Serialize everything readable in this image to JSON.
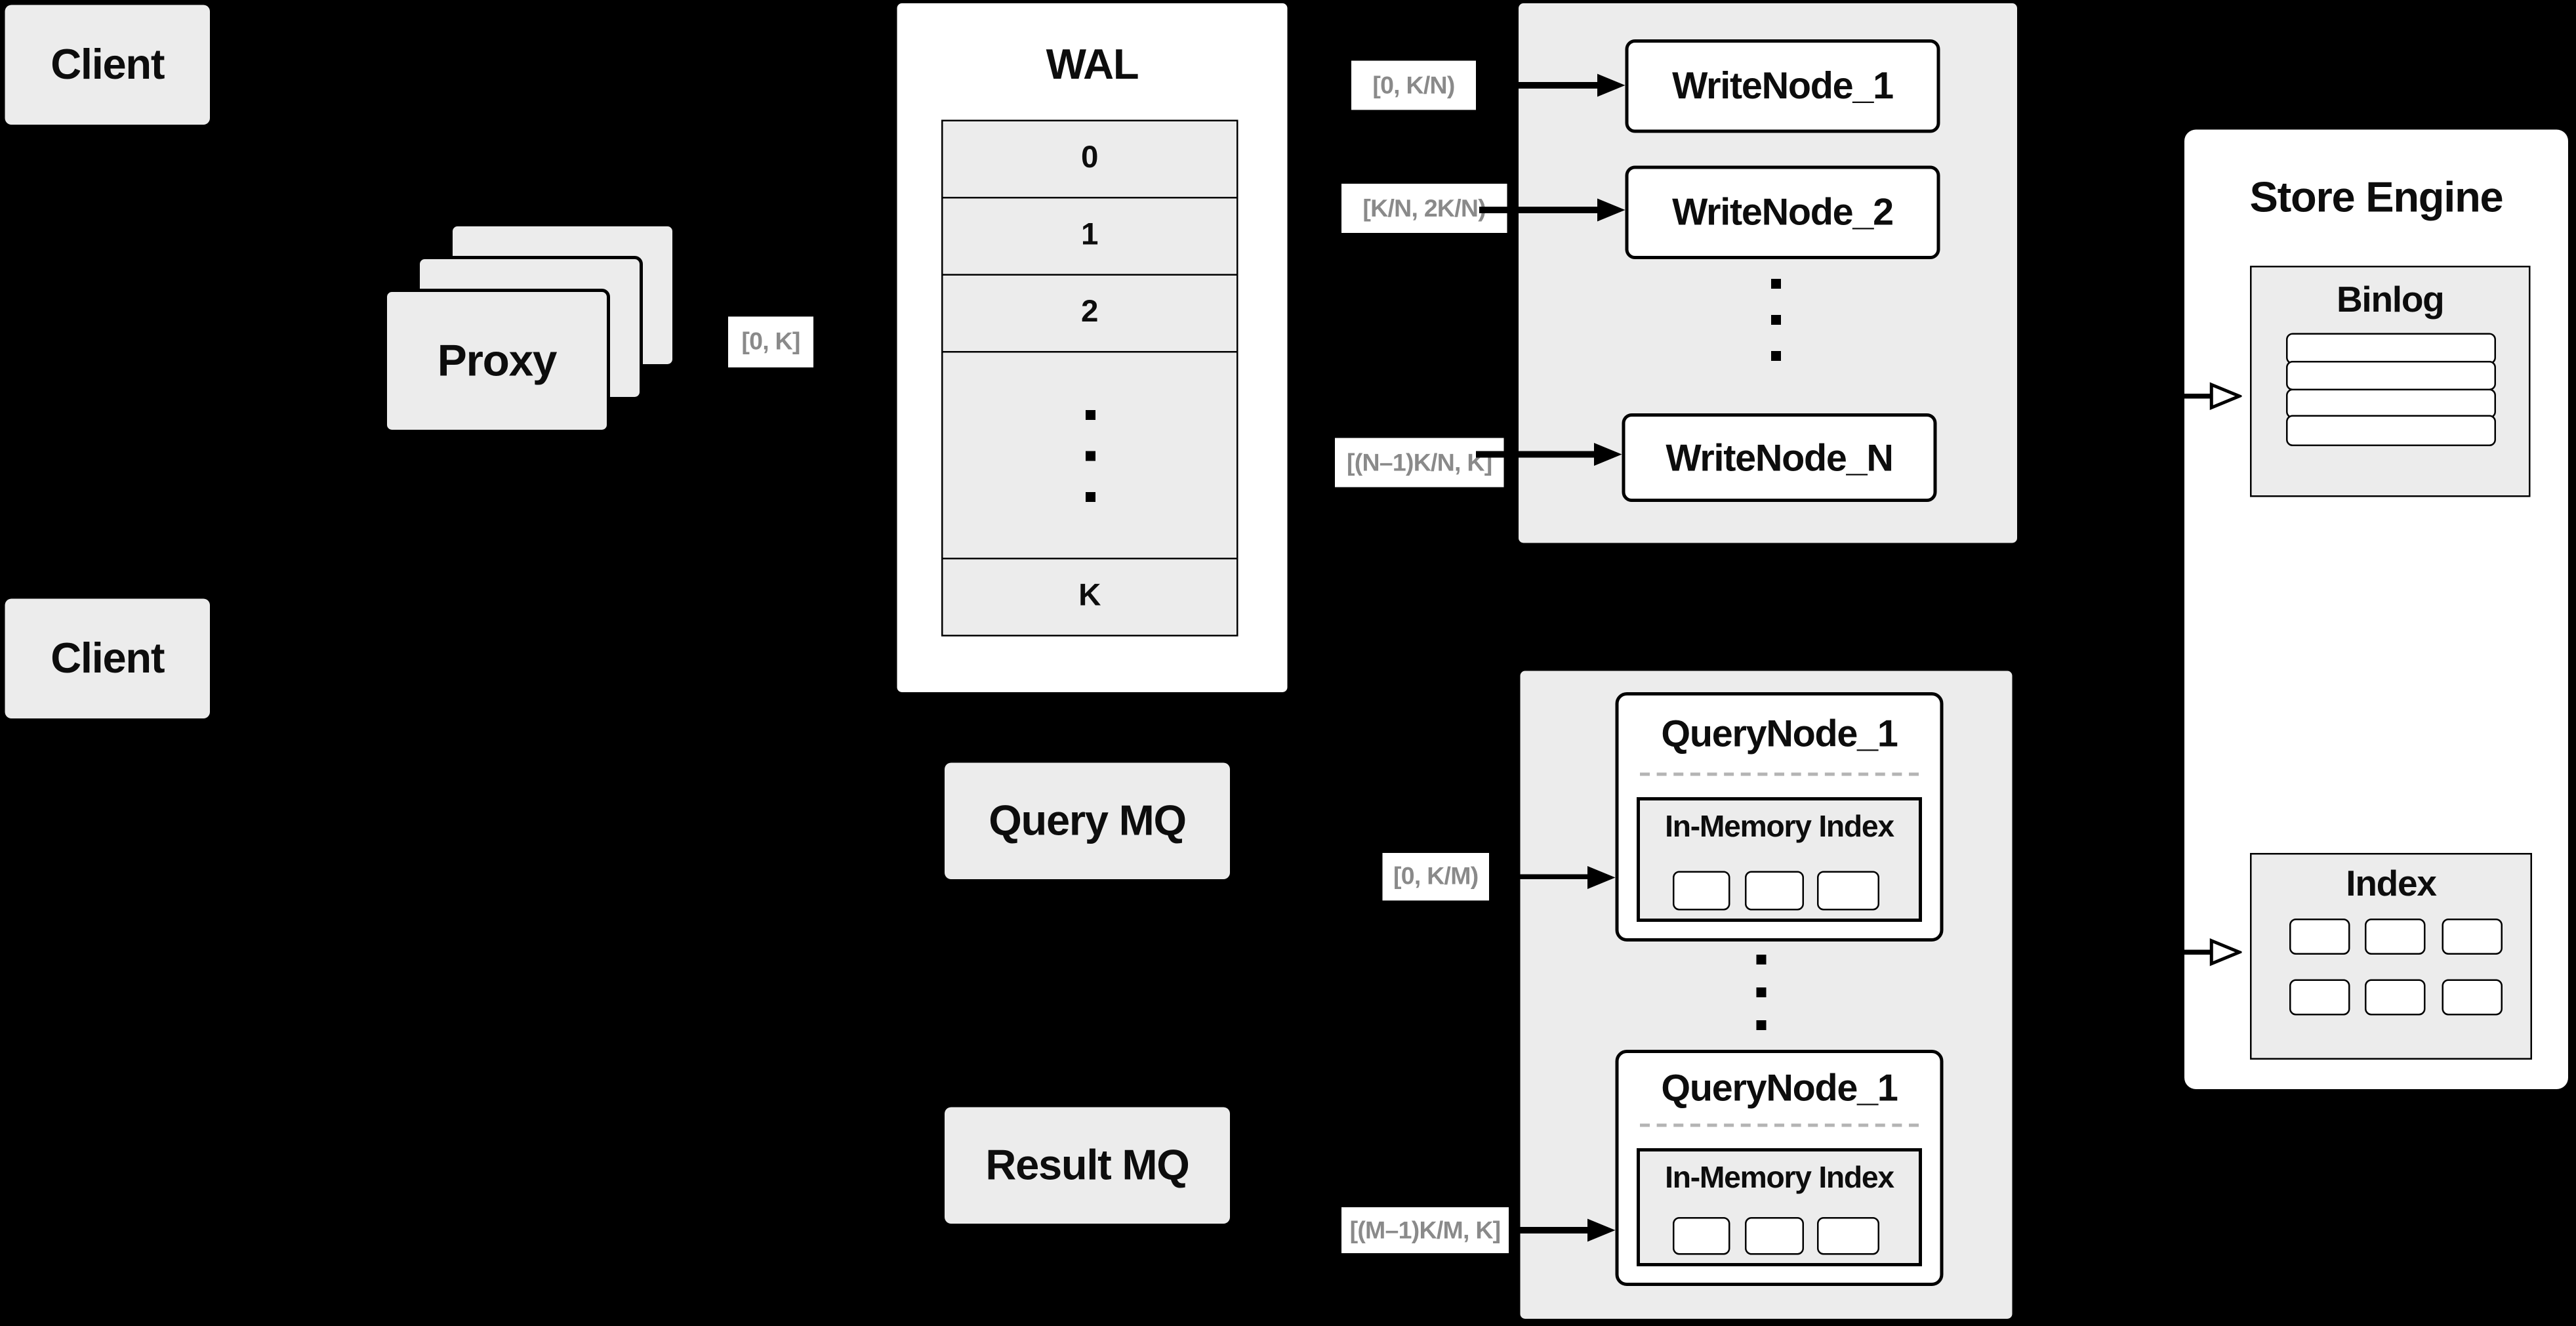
{
  "clients": {
    "top_label": "Client",
    "bottom_label": "Client"
  },
  "proxy": {
    "label": "Proxy",
    "range_label": "[0, K]"
  },
  "wal": {
    "title": "WAL",
    "row_labels": [
      "0",
      "1",
      "2"
    ],
    "last_row_label": "K"
  },
  "write_cluster": {
    "nodes": [
      {
        "label": "WriteNode_1",
        "range_label": "[0, K/N)"
      },
      {
        "label": "WriteNode_2",
        "range_label": "[K/N, 2K/N)"
      },
      {
        "label": "WriteNode_N",
        "range_label": "[(N–1)K/N, K]"
      }
    ]
  },
  "mq": {
    "query_label": "Query MQ",
    "result_label": "Result MQ"
  },
  "query_cluster": {
    "nodes": [
      {
        "title": "QueryNode_1",
        "memory_index_label": "In-Memory Index",
        "range_label": "[0, K/M)"
      },
      {
        "title": "QueryNode_1",
        "memory_index_label": "In-Memory Index",
        "range_label": "[(M–1)K/M, K]"
      }
    ]
  },
  "store_engine": {
    "title": "Store Engine",
    "binlog_title": "Binlog",
    "index_title": "Index"
  },
  "colors": {
    "background": "#000000",
    "panel_gray": "#ececec",
    "panel_white": "#ffffff",
    "border": "#000000",
    "range_text": "#8a8a8a"
  }
}
